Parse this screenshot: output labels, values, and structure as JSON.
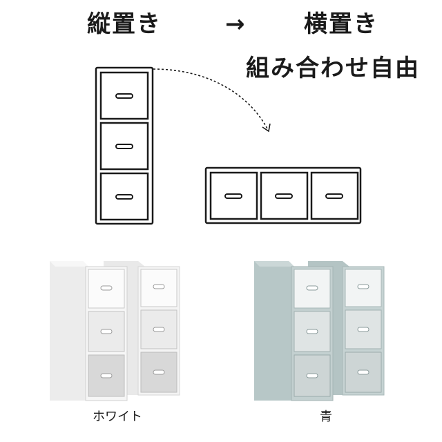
{
  "headings": {
    "vertical": "縦置き",
    "arrow": "→",
    "horizontal": "横置き",
    "combine_free": "組み合わせ自由"
  },
  "captions": {
    "white": "ホワイト",
    "blue": "青"
  },
  "colors": {
    "line": "#1a1a1a",
    "white_body": "#f3f3f3",
    "blue_body": "#b9c9c9"
  }
}
